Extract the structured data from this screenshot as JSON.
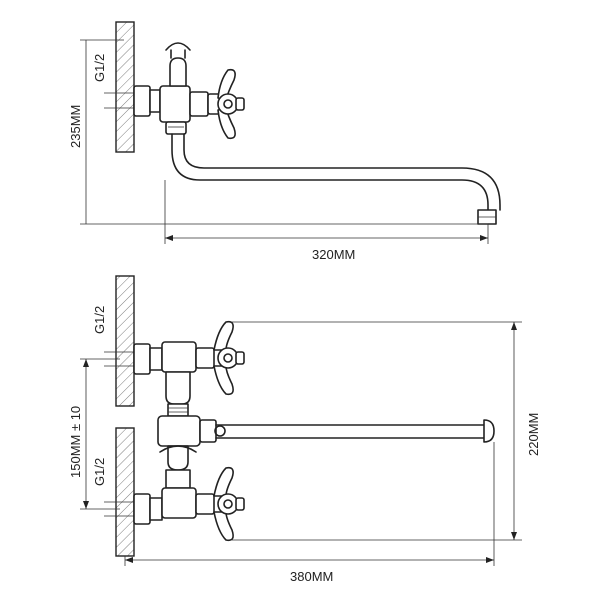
{
  "top_view": {
    "thread_label": "G1/2",
    "height_label": "235MM",
    "length_label": "320MM"
  },
  "bottom_view": {
    "thread_label_upper": "G1/2",
    "thread_label_lower": "G1/2",
    "center_distance_label": "150MM ± 10",
    "height_label": "220MM",
    "length_label": "380MM"
  }
}
